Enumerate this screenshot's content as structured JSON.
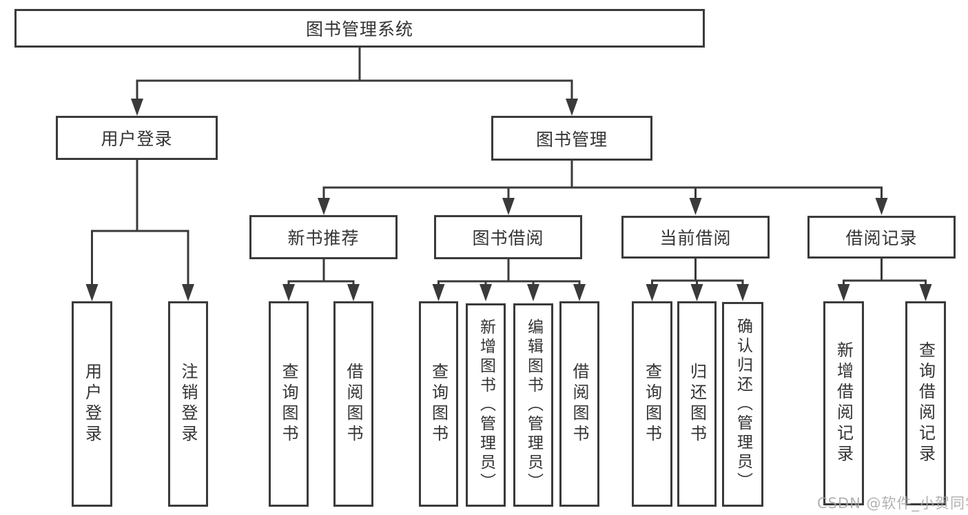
{
  "diagram": {
    "title": "图书管理系统",
    "nodes": {
      "user_login": "用户登录",
      "book_management": "图书管理",
      "new_book_recommend": "新书推荐",
      "book_borrowing": "图书借阅",
      "current_borrowing": "当前借阅",
      "borrowing_records": "借阅记录",
      "leaf_user_login": "用户登录",
      "leaf_logout": "注销登录",
      "leaf_rec_query_books": "查询图书",
      "leaf_rec_borrow_books": "借阅图书",
      "leaf_bb_query_books": "查询图书",
      "leaf_bb_add_books": "新增图书（管理员）",
      "leaf_bb_edit_books": "编辑图书（管理员）",
      "leaf_bb_borrow_books": "借阅图书",
      "leaf_cb_query_books": "查询图书",
      "leaf_cb_return_books": "归还图书",
      "leaf_cb_confirm_return": "确认归还（管理员）",
      "leaf_br_add_record": "新增借阅记录",
      "leaf_br_query_record": "查询借阅记录"
    },
    "watermark": "CSDN @软件_小贺同学",
    "colors": {
      "line": "#3a3a3a",
      "text": "#333333",
      "background": "#ffffff",
      "watermark": "#a5a5a5"
    }
  }
}
